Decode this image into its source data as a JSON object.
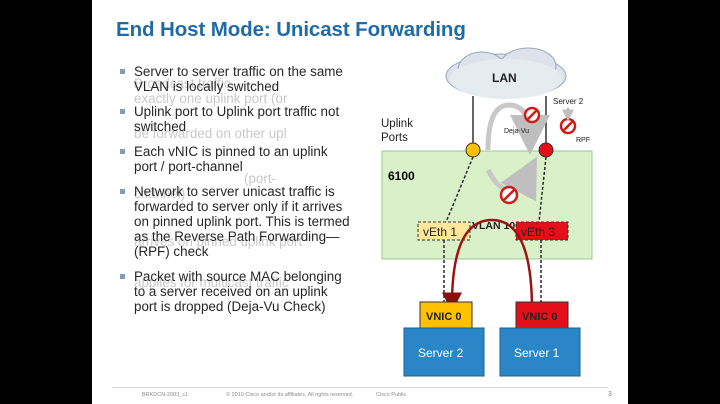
{
  "slide": {
    "title": "End Host Mode: Unicast Forwarding",
    "bullets": [
      "Server to server traffic on the same VLAN is locally switched",
      "Uplink port to Uplink port traffic not switched",
      "Each vNIC is pinned to an uplink port / port-channel",
      "Network to server unicast traffic is forwarded to server only if it arrives on pinned uplink port. This is termed as the Reverse Path Forwarding—(RPF) check",
      "Packet  with source MAC belonging to a server received on an uplink port is dropped (Deja-Vu Check)"
    ],
    "ghost_text": [
      "Broadcast traffic",
      "exactly one uplink port (or",
      "be forwarded on other upl",
      "(port-",
      "channel)",
      "arrives on pinned uplink port",
      "applies for multicast traffic"
    ],
    "diagram": {
      "cloud_label": "LAN",
      "uplink_label": "Uplink\nPorts",
      "switch_label": "6100",
      "vlan_label": "VLAN 10",
      "veth_left": "vEth 1",
      "veth_right": "vEth 3",
      "vnic_left": "VNIC  0",
      "vnic_right": "VNIC  0",
      "server_left": "Server 2",
      "server_right": "Server 1",
      "server2_tag": "Server 2",
      "dejavu_label": "Deja-Vu",
      "rpf_label": "RPF"
    },
    "footer": {
      "code": "BRKDCN-2003_c1",
      "copyright": "© 2010 Cisco and/or its affiliates. All rights reserved.",
      "classification": "Cisco Public",
      "page": "3"
    },
    "colors": {
      "title": "#1f6ba6",
      "switch_fill": "#d9f0c9",
      "yellow": "#ffc000",
      "red": "#e3101a",
      "server_blue": "#2a86c7",
      "block": "#d21b1b"
    }
  }
}
